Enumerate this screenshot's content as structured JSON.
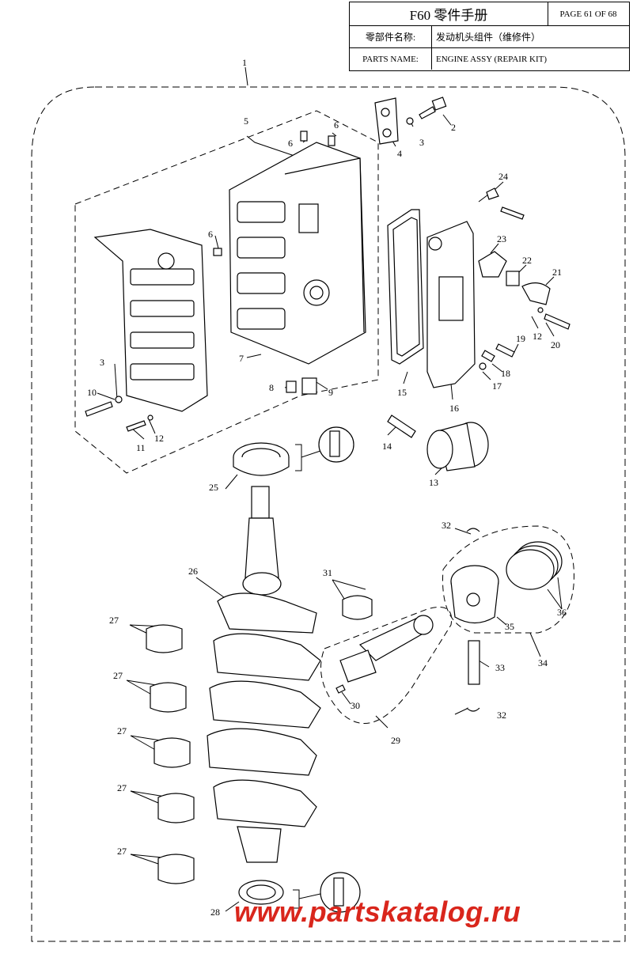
{
  "header": {
    "model": "F60 零件手册",
    "page": "PAGE 61 OF 68",
    "cn_label": "零部件名称:",
    "cn_value": "发动机头组件（维修件）",
    "en_label": "PARTS NAME:",
    "en_value": "ENGINE ASSY (REPAIR KIT)"
  },
  "callouts": {
    "c1": "1",
    "c2": "2",
    "c3a": "3",
    "c3b": "3",
    "c4": "4",
    "c5": "5",
    "c6a": "6",
    "c6b": "6",
    "c6c": "6",
    "c7": "7",
    "c8": "8",
    "c9": "9",
    "c10": "10",
    "c11": "11",
    "c12a": "12",
    "c12b": "12",
    "c13": "13",
    "c14": "14",
    "c15": "15",
    "c16": "16",
    "c17": "17",
    "c18": "18",
    "c19": "19",
    "c20": "20",
    "c21": "21",
    "c22": "22",
    "c23": "23",
    "c24": "24",
    "c25": "25",
    "c26": "26",
    "c27a": "27",
    "c27b": "27",
    "c27c": "27",
    "c27d": "27",
    "c27e": "27",
    "c28": "28",
    "c29": "29",
    "c30": "30",
    "c31": "31",
    "c32a": "32",
    "c32b": "32",
    "c33": "33",
    "c34": "34",
    "c35": "35",
    "c36": "36"
  },
  "watermark": "www.partskatalog.ru"
}
